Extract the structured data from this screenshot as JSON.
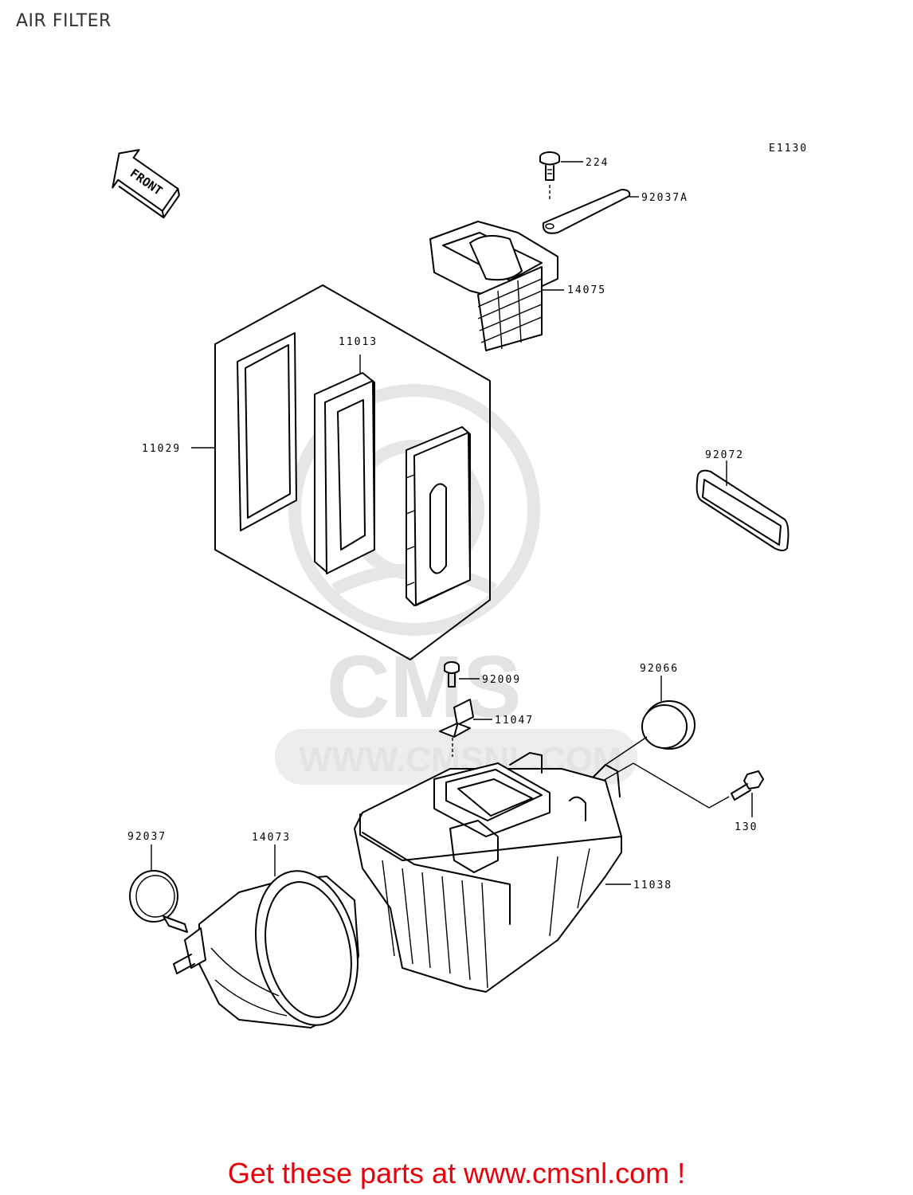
{
  "title": "AIR FILTER",
  "diagram_code": "E1130",
  "front_label": "FRONT",
  "watermark": {
    "logo_text": "CMS",
    "url_text": "WWW.CMSNL.COM"
  },
  "parts": [
    {
      "id": "224"
    },
    {
      "id": "92037A"
    },
    {
      "id": "14075"
    },
    {
      "id": "11013"
    },
    {
      "id": "11029"
    },
    {
      "id": "92072"
    },
    {
      "id": "92009"
    },
    {
      "id": "92066"
    },
    {
      "id": "11047"
    },
    {
      "id": "130"
    },
    {
      "id": "92037"
    },
    {
      "id": "14073"
    },
    {
      "id": "11038"
    }
  ],
  "footer": "Get these parts at www.cmsnl.com !"
}
